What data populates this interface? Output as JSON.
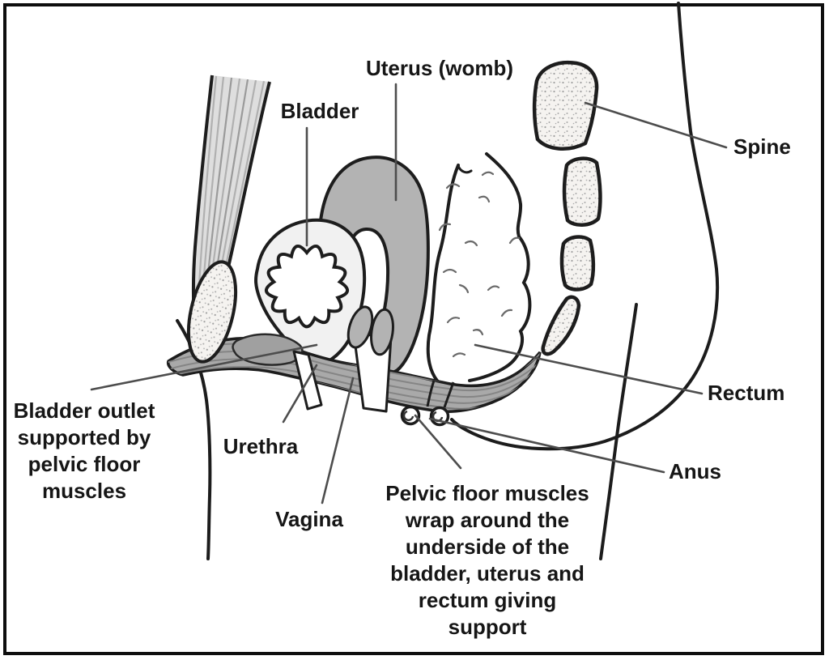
{
  "diagram": {
    "labels": {
      "uterus": "Uterus (womb)",
      "bladder": "Bladder",
      "spine": "Spine",
      "rectum": "Rectum",
      "anus": "Anus",
      "urethra": "Urethra",
      "vagina": "Vagina",
      "bladder_outlet_lines": [
        "Bladder outlet",
        "supported by",
        "pelvic floor",
        "muscles"
      ],
      "pelvic_floor_lines": [
        "Pelvic floor muscles",
        "wrap around the",
        "underside of the",
        "bladder, uterus and",
        "rectum giving",
        "support"
      ]
    },
    "colors": {
      "ink": "#1d1d1d",
      "leader_line": "#4d4d4d",
      "organ_gray": "#b3b3b3",
      "muscle_gray": "#a9a9a9",
      "fan_muscle_gray": "#dedede",
      "bone_fill": "#f5f3f0",
      "background": "#ffffff"
    }
  }
}
